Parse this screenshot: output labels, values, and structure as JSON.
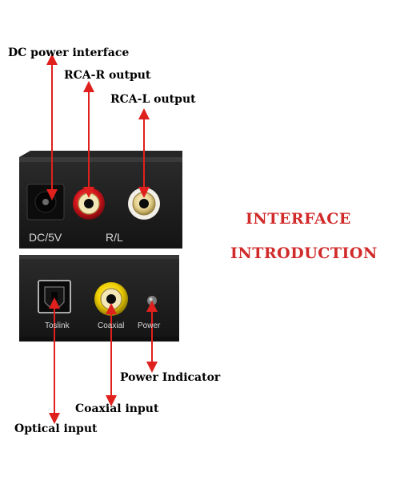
{
  "callouts": {
    "dc_power": "DC power interface",
    "rca_r": "RCA-R output",
    "rca_l": "RCA-L output",
    "power_indicator": "Power Indicator",
    "coaxial_input": "Coaxial input",
    "optical_input": "Optical input"
  },
  "headline": {
    "line1": "INTERFACE",
    "line2": "INTRODUCTION"
  },
  "device_labels": {
    "dc": "DC/5V",
    "rl": "R/L",
    "toslink": "Toslink",
    "coaxial": "Coaxial",
    "power": "Power"
  },
  "colors": {
    "arrow": "#e0201c",
    "headline": "#d12a2a",
    "case": "#1e1e1e",
    "rca_red": "#d8131b",
    "rca_gold": "#e8d9a2",
    "rca_yellow": "#f2d400"
  }
}
